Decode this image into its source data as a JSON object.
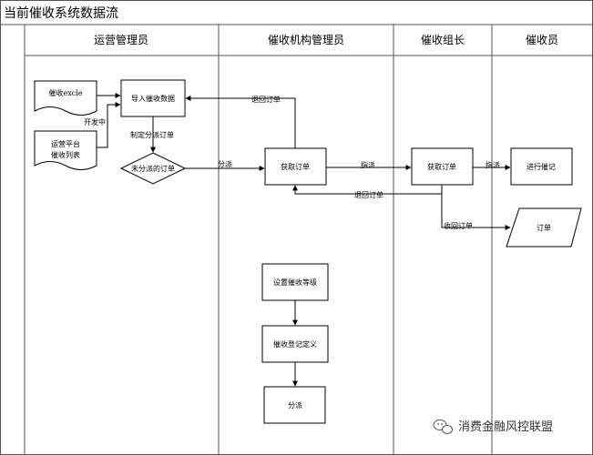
{
  "title": "当前催收系统数据流",
  "lanes": [
    "运营管理员",
    "催收机构管理员",
    "催收组长",
    "催收员"
  ],
  "nodes": {
    "excel": "催收excle",
    "platform_line1": "运营平台",
    "platform_line2": "催收列表",
    "import": "导入催收数据",
    "decision": "未分派的订单",
    "acquire_admin": "获取订单",
    "acquire_leader": "获取订单",
    "record": "进行催记",
    "order": "订单",
    "set_level": "设置催收等级",
    "define_record": "催收登记定义",
    "dispatch": "分派"
  },
  "edges": {
    "export": "开发中",
    "make_orders": "制定分派订单",
    "assign": "分派",
    "return_top": "退回订单",
    "designate_1": "指派",
    "designate_2": "指派",
    "return_bottom": "退回订单",
    "collect": "收回订单"
  },
  "watermark": "消费金融风控联盟",
  "colors": {
    "line": "#000000",
    "node_fill": "#ffffff",
    "grid": "#555555"
  }
}
